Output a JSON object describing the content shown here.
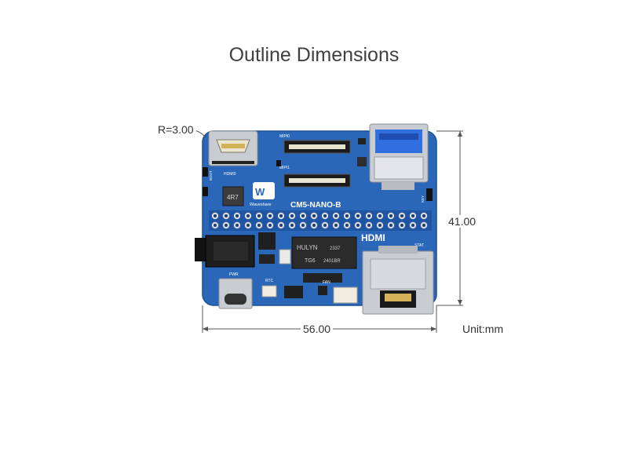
{
  "title": "Outline Dimensions",
  "dimensions": {
    "radius": "R=3.00",
    "width": "56.00",
    "height": "41.00",
    "unit": "Unit:mm"
  },
  "board": {
    "brand": "Waveshare",
    "model": "CM5-NANO-B",
    "labels": {
      "mipi0": "MIPI0",
      "mipi1": "MIPI1",
      "hdmi0": "HDMI0",
      "hdmi_logo": "HDMI",
      "stat": "STAT",
      "pwr": "PWR",
      "rtc": "RTC",
      "fan": "FAN",
      "boot": "BOOT",
      "key": "KEY",
      "inductor": "4R7",
      "chip_line1": "HULYN",
      "chip_line1b": "2337",
      "chip_line2": "TG6",
      "chip_line2b": "2401BR"
    }
  },
  "colors": {
    "pcb": "#2a67b8",
    "pcb_edge": "#1d4f92",
    "metal": "#c9ccd0",
    "usb_blue": "#2f6fe0",
    "dim_line": "#555555"
  }
}
